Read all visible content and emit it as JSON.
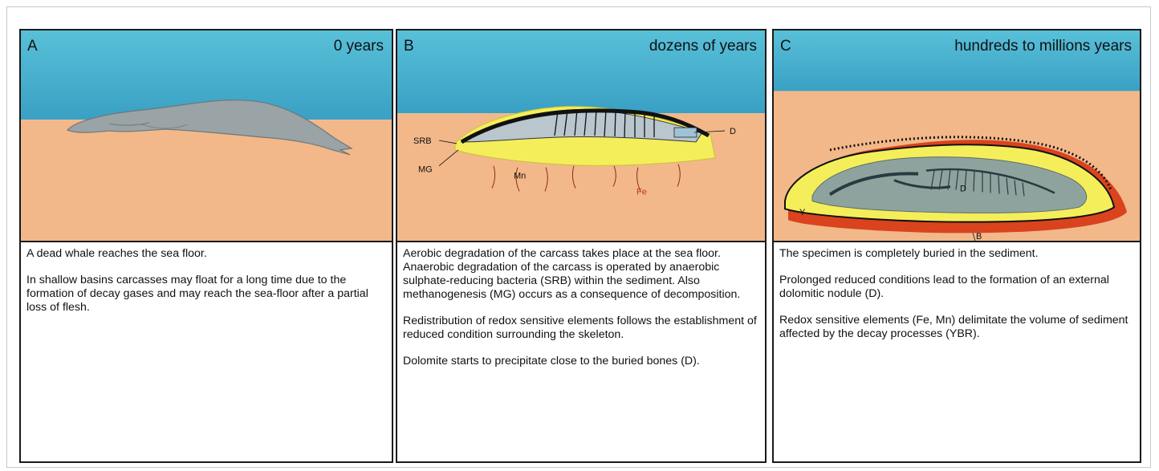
{
  "panels": {
    "a": {
      "letter": "A",
      "time": "0 years",
      "paragraphs": [
        "A dead whale reaches the sea floor.",
        "In shallow basins carcasses may float for a long time due to the formation of  decay gases and may reach the sea-floor after a partial loss of flesh."
      ]
    },
    "b": {
      "letter": "B",
      "time": "dozens of years",
      "labels": {
        "srb": "SRB",
        "mg": "MG",
        "mn": "Mn",
        "fe": "Fe",
        "d": "D"
      },
      "paragraphs": [
        "Aerobic degradation of the carcass takes place at the sea floor. Anaerobic degradation of the carcass is operated by anaerobic sulphate-reducing bacteria (SRB) within the sediment. Also methanogenesis (MG) occurs as a consequence of decomposition.",
        "Redistribution of redox sensitive elements follows the establishment of reduced condition surrounding the skeleton.",
        "Dolomite starts to precipitate close to the buried bones (D)."
      ]
    },
    "c": {
      "letter": "C",
      "time": "hundreds to millions years",
      "labels": {
        "y": "Y",
        "d": "D",
        "b": "B"
      },
      "paragraphs": [
        "The specimen is completely buried in the sediment.",
        "Prolonged reduced conditions lead to the formation of an external dolomitic nodule (D).",
        "Redox sensitive elements (Fe, Mn) delimitate the volume of sediment affected by the decay processes (YBR)."
      ]
    }
  },
  "colors": {
    "sea": "#4fb3cf",
    "sediment": "#f2b889",
    "whale": "#9aa3a6",
    "halo_yellow": "#f4ee5a",
    "halo_red": "#d9431e",
    "nodule": "#8fa39e"
  }
}
